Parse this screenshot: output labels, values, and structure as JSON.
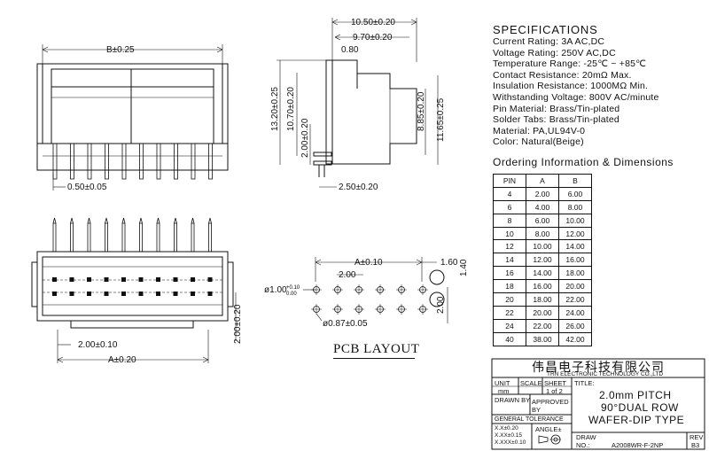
{
  "specifications": {
    "title": "SPECIFICATIONS",
    "lines": [
      "Current Rating: 3A AC,DC",
      "Voltage Rating: 250V AC,DC",
      "Temperature Range: -25℃ ~ +85℃",
      "Contact Resistance: 20mΩ Max.",
      "Insulation Resistance: 1000MΩ Min.",
      "Withstanding Voltage: 800V AC/minute",
      "Pin Material: Brass/Tin-plated",
      "Solder Tabs: Brass/Tin-plated",
      "Material: PA,UL94V-0",
      "Color: Natural(Beige)"
    ]
  },
  "ordering": {
    "title": "Ordering Information & Dimensions",
    "headers": [
      "PIN",
      "A",
      "B"
    ],
    "rows": [
      [
        "4",
        "2.00",
        "6.00"
      ],
      [
        "6",
        "4.00",
        "8.00"
      ],
      [
        "8",
        "6.00",
        "10.00"
      ],
      [
        "10",
        "8.00",
        "12.00"
      ],
      [
        "12",
        "10.00",
        "14.00"
      ],
      [
        "14",
        "12.00",
        "16.00"
      ],
      [
        "16",
        "14.00",
        "18.00"
      ],
      [
        "18",
        "16.00",
        "20.00"
      ],
      [
        "20",
        "18.00",
        "22.00"
      ],
      [
        "22",
        "20.00",
        "24.00"
      ],
      [
        "24",
        "22.00",
        "26.00"
      ],
      [
        "40",
        "38.00",
        "42.00"
      ]
    ]
  },
  "dimensions": {
    "front_top_width": "B±0.25",
    "front_pitch_small": "0.50±0.05",
    "side_overall": "10.50±0.20",
    "side_inner": "9.70±0.20",
    "side_tab": "0.80",
    "side_height": "13.20±0.25",
    "side_h2": "10.70±0.20",
    "side_h3": "2.00±0.20",
    "side_h4": "8.85±0.20",
    "side_h5": "11.65±0.25",
    "side_bottom": "2.50±0.20",
    "bottom_pitch": "2.00±0.10",
    "bottom_width": "A±0.20",
    "bottom_height": "2.00±0.20",
    "pcb_width": "A±0.10",
    "pcb_offset": "1.60",
    "pcb_offset_v": "1.40",
    "pcb_pitch": "2.00",
    "pcb_pitch_v": "2.00",
    "pcb_hole_big": "ø1.00",
    "pcb_hole_big_tol_up": "+0.10",
    "pcb_hole_big_tol_dn": "0.00",
    "pcb_hole_small": "ø0.87±0.05"
  },
  "pcb_layout_label": "PCB LAYOUT",
  "title_block": {
    "company_cn": "伟昌电子科技有限公司",
    "company_en": "TRN ELECTRONIC TECHNOLOGY CO.,LTD",
    "unit_label": "UNIT",
    "scale_label": "SCALE",
    "sheet_label": "SHEET",
    "title_label": "TITLE:",
    "unit_value": "mm",
    "sheet_value": "1 of 2",
    "drawn_by": "DRAWN BY",
    "approved_by": "APPROVED BY",
    "general_tolerance": "GENERAL TOLERANCE",
    "tol_1": "X.X±0.20",
    "tol_2": "X.XX±0.15",
    "tol_3": "X.XXX±0.10",
    "angle": "ANGLE±",
    "title_1": "2.0mm PITCH",
    "title_2": "90°DUAL ROW",
    "title_3": "WAFER-DIP TYPE",
    "draw_label": "DRAW",
    "no_label": "NO.:",
    "draw_no": "A2008WR-F-2NP",
    "rev_label": "REV",
    "rev_value": "B3"
  }
}
